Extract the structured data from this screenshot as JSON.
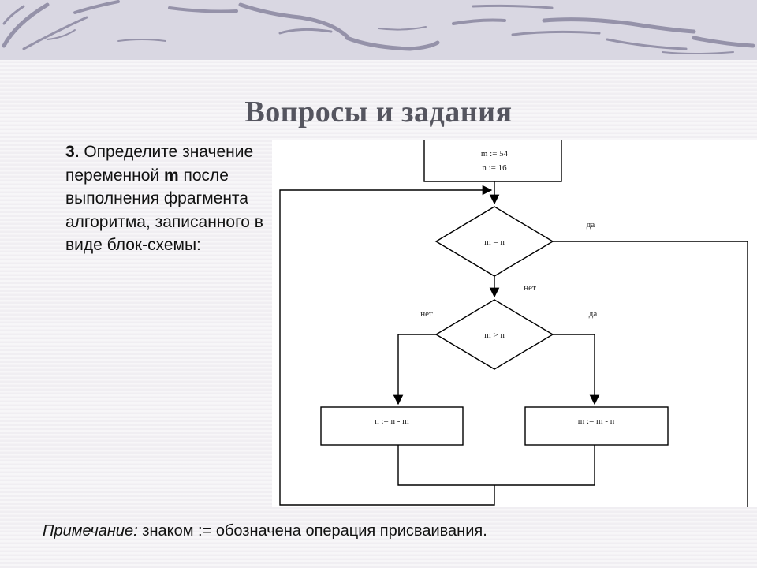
{
  "slide": {
    "title": "Вопросы и задания"
  },
  "task": {
    "number": "3.",
    "text_part1": " Определите значение переменной ",
    "variable": "m",
    "text_part2": " после выполнения фрагмента алгоритма, записанного в виде блок-схемы:"
  },
  "flowchart": {
    "init_line1": "m := 54",
    "init_line2": "n := 16",
    "cond1": "m = n",
    "cond1_yes": "да",
    "cond1_no": "нет",
    "cond2": "m > n",
    "cond2_no": "нет",
    "cond2_yes": "да",
    "action_left": "n := n - m",
    "action_right": "m := m - n"
  },
  "note": {
    "label": "Примечание:",
    "text": " знаком := обозначена операция присваивания."
  },
  "colors": {
    "title": "#55555f",
    "header_band": "#d9d7e2",
    "header_stroke": "#7d7a93"
  }
}
